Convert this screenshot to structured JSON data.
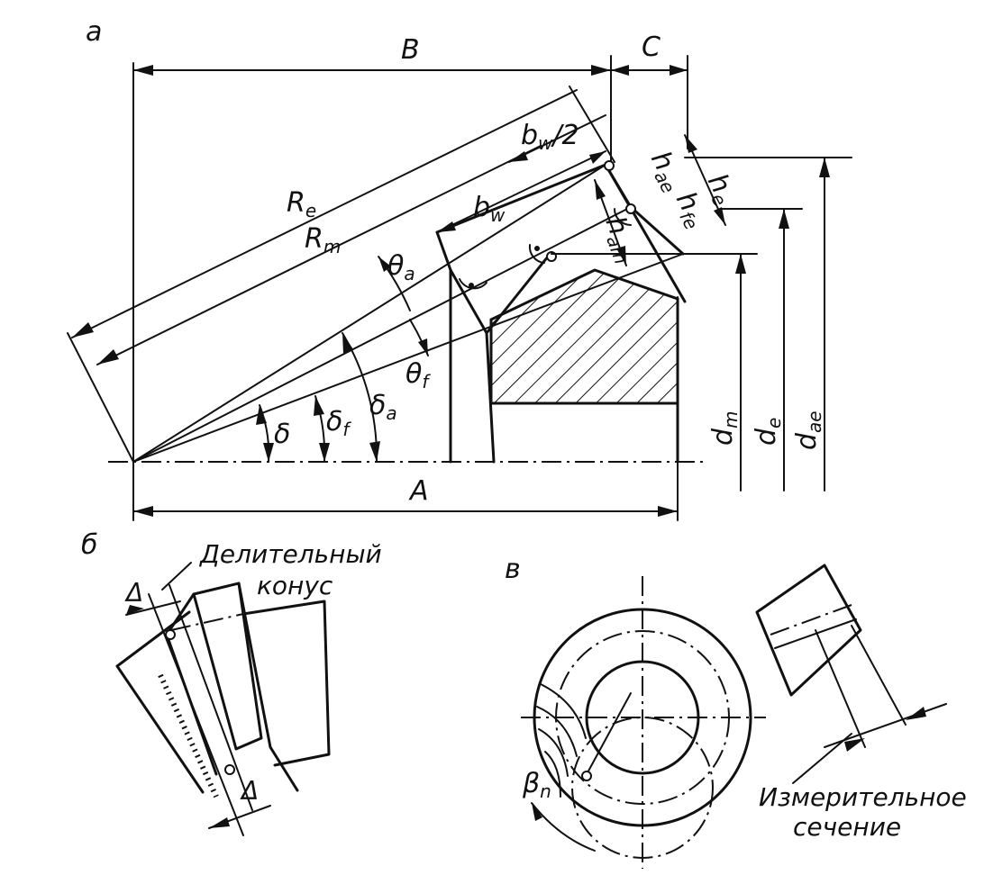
{
  "panels": {
    "a": {
      "letter": "а",
      "dims": {
        "B": "B",
        "C": "C",
        "A": "A",
        "Re": "R",
        "Re_sub": "e",
        "Rm": "R",
        "Rm_sub": "m",
        "bw2": "b",
        "bw2_sub": "w",
        "bw2_tail": "/2",
        "bw": "b",
        "bw_sub": "w",
        "hae": "h",
        "hae_sub": "ae",
        "hfe": "h",
        "hfe_sub": "fe",
        "he": "h",
        "he_sub": "e",
        "ham": "h",
        "ham_sub": "am",
        "dm": "d",
        "dm_sub": "m",
        "de": "d",
        "de_sub": "e",
        "dae": "d",
        "dae_sub": "ae"
      },
      "angles": {
        "delta": "δ",
        "delta_f": "δ",
        "delta_f_sub": "f",
        "delta_a": "δ",
        "delta_a_sub": "a",
        "theta_a": "θ",
        "theta_a_sub": "a",
        "theta_f": "θ",
        "theta_f_sub": "f"
      }
    },
    "b": {
      "letter": "б",
      "caption_line1": "Делительный",
      "caption_line2": "конус",
      "delta_sym": "Δ"
    },
    "v": {
      "letter": "в",
      "beta": "β",
      "beta_sub": "n",
      "caption_line1": "Измерительное",
      "caption_line2": "сечение"
    }
  }
}
